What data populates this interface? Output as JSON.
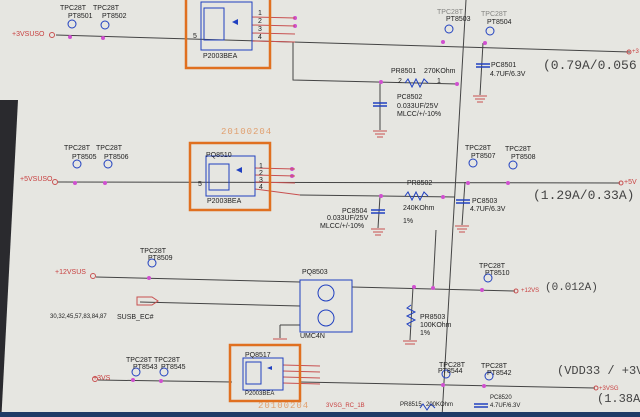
{
  "colors": {
    "wire": "#444444",
    "pin": "#c85050",
    "junction": "#d050d0",
    "part": "#2040c0",
    "box": "#e07020"
  },
  "date_stamp": "20100204",
  "section1": {
    "net_in": "+3VSUSO",
    "net_out": "+3",
    "current": "(0.79A/0.056",
    "testpoints": [
      {
        "type": "TPC28T",
        "ref": "PT8501"
      },
      {
        "type": "TPC28T",
        "ref": "PT8502"
      },
      {
        "type": "TPC28T",
        "ref": "PT8503"
      },
      {
        "type": "TPC28T",
        "ref": "PT8504"
      }
    ],
    "ic": {
      "part": "P2003BEA",
      "pins": [
        "1",
        "2",
        "3",
        "4",
        "5"
      ]
    },
    "resistor": {
      "ref": "PR8501",
      "value": "270KOhm",
      "pins": [
        "2",
        "1"
      ]
    },
    "cap_a": {
      "ref": "PC8502",
      "value": "0.033UF/25V",
      "spec": "MLCC/+/-10%"
    },
    "cap_b": {
      "ref": "PC8501",
      "value": "4.7UF/6.3V"
    }
  },
  "section2": {
    "net_in": "+5VSUSO",
    "net_out": "+5V",
    "current": "(1.29A/0.33A)",
    "testpoints": [
      {
        "type": "TPC28T",
        "ref": "PT8505"
      },
      {
        "type": "TPC28T",
        "ref": "PT8506"
      },
      {
        "type": "TPC28T",
        "ref": "PT8507"
      },
      {
        "type": "TPC28T",
        "ref": "PT8508"
      }
    ],
    "ic": {
      "ref": "PQ8510",
      "part": "P2003BEA",
      "pins": [
        "1",
        "2",
        "3",
        "4",
        "5"
      ]
    },
    "resistor": {
      "ref": "PR8502",
      "value": "240KOhm",
      "tol": "1%"
    },
    "cap_a": {
      "ref": "PC8504",
      "value": "0.033UF/25V",
      "spec": "MLCC/+/-10%"
    },
    "cap_b": {
      "ref": "PC8503",
      "value": "4.7UF/6.3V"
    }
  },
  "section3": {
    "net_in": "+12VSUS",
    "net_out": "+12VS",
    "current": "(0.012A)",
    "testpoints": [
      {
        "type": "TPC28T",
        "ref": "PT8509"
      },
      {
        "type": "TPC28T",
        "ref": "PT8510"
      }
    ],
    "ic": {
      "ref": "PQ8503",
      "part": "UMC4N"
    },
    "signal": {
      "name": "SUSB_EC#",
      "pages": "30,32,45,57,83,84,87"
    },
    "resistor": {
      "ref": "PR8503",
      "value": "100KOhm",
      "tol": "1%"
    }
  },
  "section4": {
    "net_in": "+3VS",
    "net_out": "+3VSG",
    "current_a": "(VDD33 / +3V",
    "current_b": "(1.38A",
    "testpoints": [
      {
        "type": "TPC28T",
        "ref": "PT8543"
      },
      {
        "type": "TPC28T",
        "ref": "PT8545"
      },
      {
        "type": "TPC28T",
        "ref": "PT8544"
      },
      {
        "type": "TPC28T",
        "ref": "PT8542"
      }
    ],
    "ic": {
      "ref": "PQ8517",
      "part": "P2003BEA"
    },
    "net_rc": "3VSG_RC_1B",
    "resistor": {
      "ref": "PR8515",
      "value": "200KOhm"
    },
    "cap": {
      "ref": "PC8520",
      "value": "4.7UF/6.3V"
    }
  }
}
